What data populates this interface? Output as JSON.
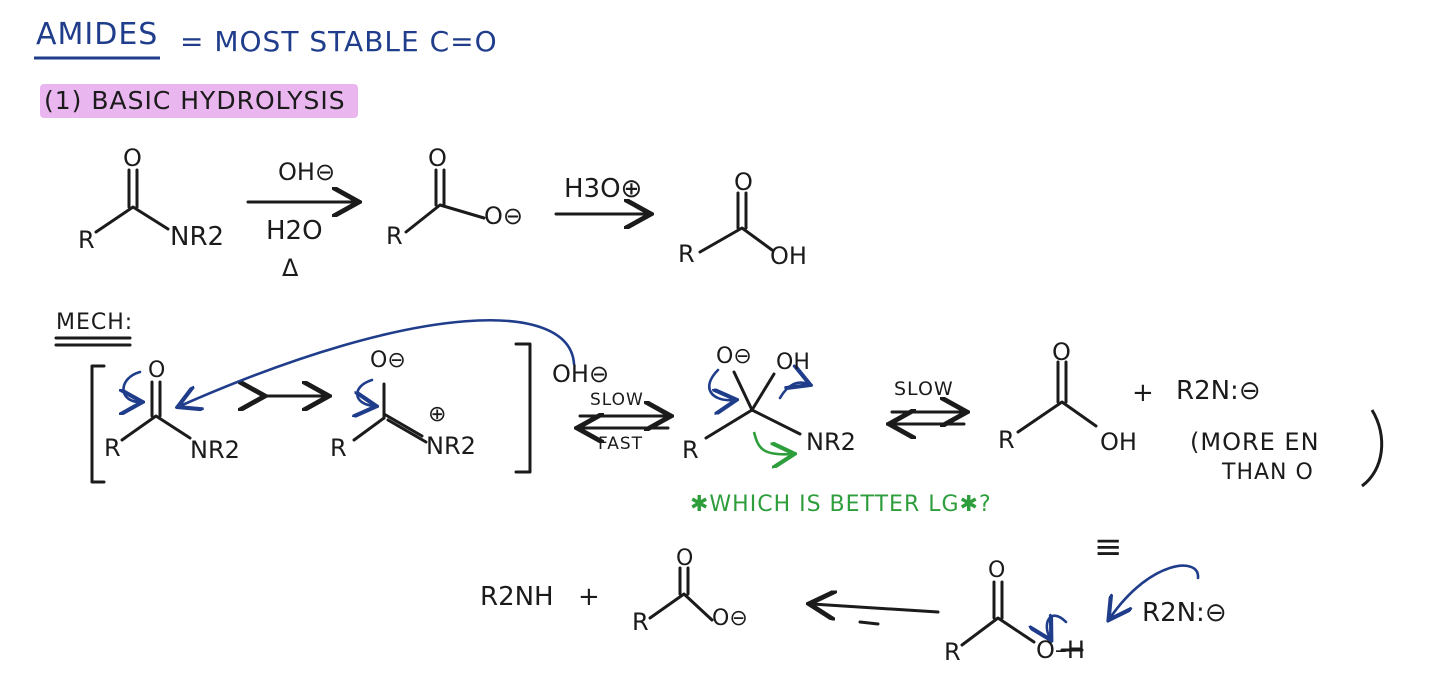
{
  "title": {
    "word": "AMIDES",
    "rest": "= MOST STABLE C=O"
  },
  "section": {
    "label": "(1) BASIC HYDROLYSIS"
  },
  "overall": {
    "reactant": {
      "r": "R",
      "o": "O",
      "group": "NR2"
    },
    "step1": {
      "above": "OH⊖",
      "below": "H2O",
      "heat": "Δ"
    },
    "intermediate": {
      "r": "R",
      "o": "O",
      "anion": "O⊖"
    },
    "step2": {
      "above": "H3O⊕"
    },
    "product": {
      "r": "R",
      "o": "O",
      "group": "OH"
    }
  },
  "mech": {
    "label": "MECH:",
    "res1": {
      "r": "R",
      "o": "O",
      "group": "NR2"
    },
    "res2": {
      "r": "R",
      "o": "O⊖",
      "group": "NR2",
      "charge": "⊕"
    },
    "nucleophile": "OH⊖",
    "eq1": {
      "top": "SLOW",
      "bottom": "FAST"
    },
    "tetra": {
      "o": "O⊖",
      "oh": "OH",
      "r": "R",
      "group": "NR2"
    },
    "eq2": {
      "top": "SLOW"
    },
    "acid": {
      "r": "R",
      "o": "O",
      "group": "OH"
    },
    "plus": "+",
    "amide_ion": "R2N:⊖",
    "note_line1": "(MORE EN",
    "note_line2": "THAN O",
    "question": "✱WHICH IS BETTER LG✱?",
    "equiv": "≡"
  },
  "bottom": {
    "amine": "R2NH",
    "plus": "+",
    "carboxylate": {
      "r": "R",
      "o": "O",
      "anion": "O⊖"
    },
    "acid": {
      "r": "R",
      "o": "O",
      "oh": "O–H"
    },
    "base": "R2N:⊖"
  },
  "colors": {
    "ink": "#1b1b1b",
    "title": "#1f3d8a",
    "arrow": "#1f3d8a",
    "note": "#2e9e3c",
    "highlight": "#eab6ef"
  }
}
